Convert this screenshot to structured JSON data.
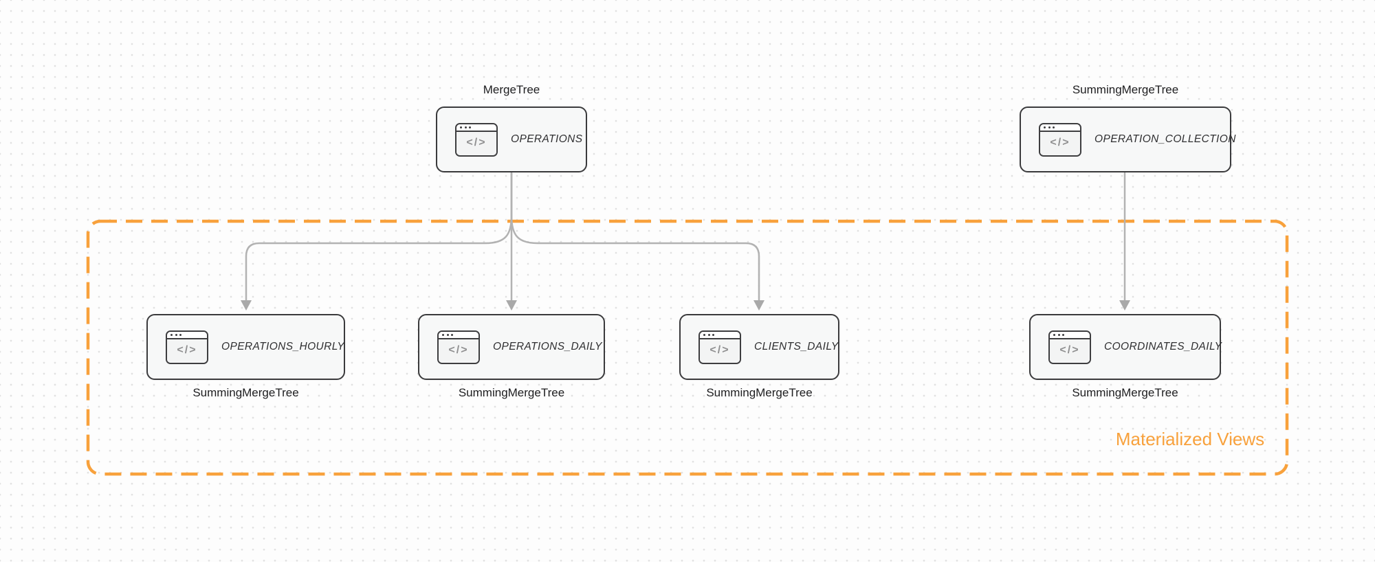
{
  "nodes": {
    "operations": {
      "name": "OPERATIONS",
      "engine": "MergeTree"
    },
    "operation_collection": {
      "name": "OPERATION_COLLECTION",
      "engine": "SummingMergeTree"
    },
    "operations_hourly": {
      "name": "OPERATIONS_HOURLY",
      "engine": "SummingMergeTree"
    },
    "operations_daily": {
      "name": "OPERATIONS_DAILY",
      "engine": "SummingMergeTree"
    },
    "clients_daily": {
      "name": "CLIENTS_DAILY",
      "engine": "SummingMergeTree"
    },
    "coordinates_daily": {
      "name": "COORDINATES_DAILY",
      "engine": "SummingMergeTree"
    }
  },
  "edges": [
    {
      "from": "operations",
      "to": "operations_hourly"
    },
    {
      "from": "operations",
      "to": "operations_daily"
    },
    {
      "from": "operations",
      "to": "clients_daily"
    },
    {
      "from": "operation_collection",
      "to": "coordinates_daily"
    }
  ],
  "group_box": {
    "label": "Materialized Views",
    "color": "#f8a13c"
  },
  "icon": {
    "glyph": "</>"
  },
  "colors": {
    "accent_orange": "#f8a13c",
    "node_border": "#3a3a3c",
    "node_fill": "#f7f8f8",
    "arrow_gray": "#b2b2b2",
    "caption_text": "#1d1d1f",
    "dot_grid": "#e1e1e1"
  }
}
